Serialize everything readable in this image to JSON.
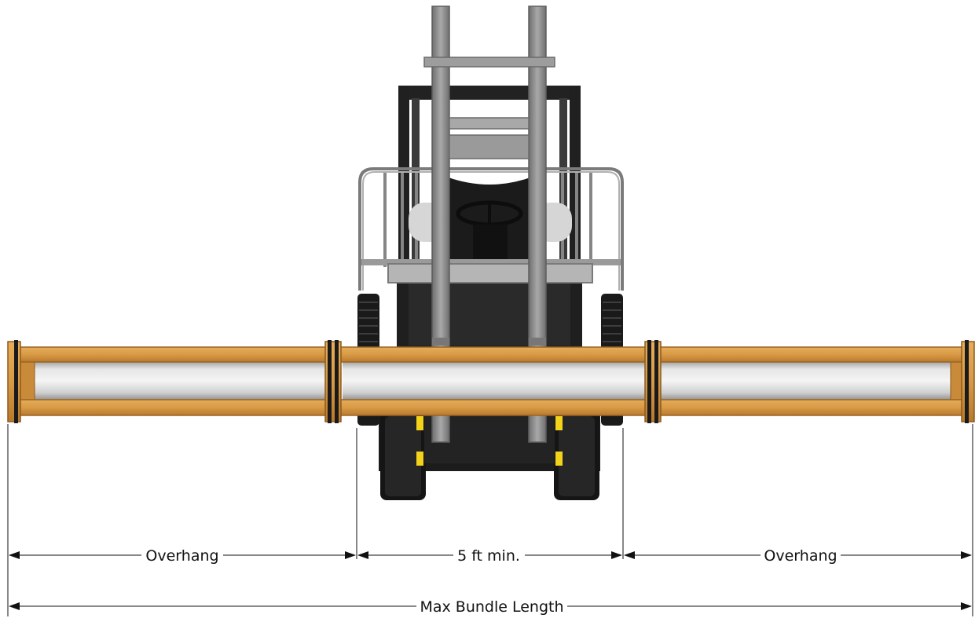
{
  "labels": {
    "overhang_left": "Overhang",
    "forklift_width": "5 ft min.",
    "overhang_right": "Overhang",
    "max_bundle_length": "Max Bundle Length"
  },
  "colors": {
    "wood": "#d89a45",
    "wood_dark": "#a86a24",
    "metal_light": "#c8c8c8",
    "frame_gray": "#8a8a8a",
    "body_black": "#1c1c1c",
    "accent_yellow": "#f2d21b",
    "dimension_line": "#111111"
  }
}
